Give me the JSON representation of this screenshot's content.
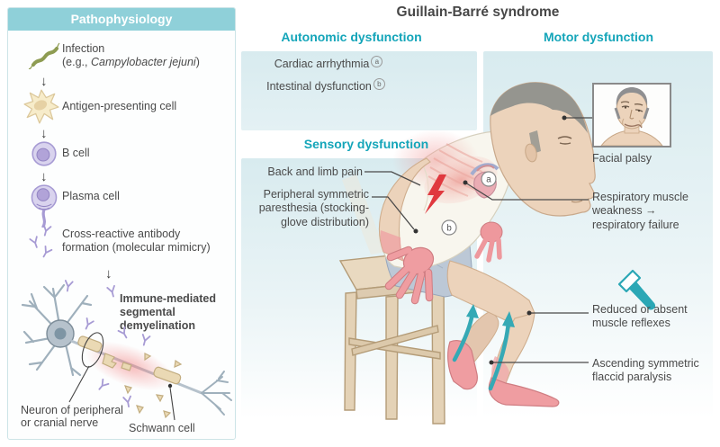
{
  "title": "Guillain-Barré syndrome",
  "sidebar": {
    "header": "Pathophysiology",
    "steps": {
      "infection": {
        "line1": "Infection",
        "pre": "(e.g., ",
        "species": "Campylobacter jejuni",
        "post": ")"
      },
      "apc": "Antigen-presenting cell",
      "b_cell": "B cell",
      "plasma_cell": "Plasma cell",
      "antibody": "Cross-reactive antibody formation (molecular mimicry)",
      "demyelination": "Immune-mediated segmental demyelination"
    },
    "neuron_labels": {
      "neuron": "Neuron of peripheral or cranial nerve",
      "schwann": "Schwann cell"
    }
  },
  "sections": {
    "autonomic": {
      "heading": "Autonomic dysfunction",
      "items": [
        {
          "text": "Cardiac arrhythmia",
          "marker": "a"
        },
        {
          "text": "Intestinal dysfunction",
          "marker": "b"
        }
      ]
    },
    "sensory": {
      "heading": "Sensory dysfunction",
      "items": [
        {
          "text": "Back and limb pain"
        },
        {
          "text": "Peripheral symmetric paresthesia (stocking-glove distribution)"
        }
      ]
    },
    "motor": {
      "heading": "Motor dysfunction",
      "items": [
        {
          "text": "Facial palsy"
        },
        {
          "text": "Respiratory muscle weakness → respiratory failure"
        },
        {
          "text": "Reduced or absent muscle reflexes"
        },
        {
          "text": "Ascending symmetric flaccid paralysis"
        }
      ]
    }
  },
  "body_markers": {
    "cardiac": "a",
    "intestinal": "b"
  },
  "colors": {
    "heading_teal": "#14a5b9",
    "sidebar_header_bg": "#8fd0d9",
    "panel_blue": "#d8ebef",
    "text": "#4f4f4f",
    "alert_red": "#e0393f",
    "arrow_teal": "#35a9b5",
    "skin": "#ecd3bb",
    "affected_pink": "#ef9da1"
  }
}
